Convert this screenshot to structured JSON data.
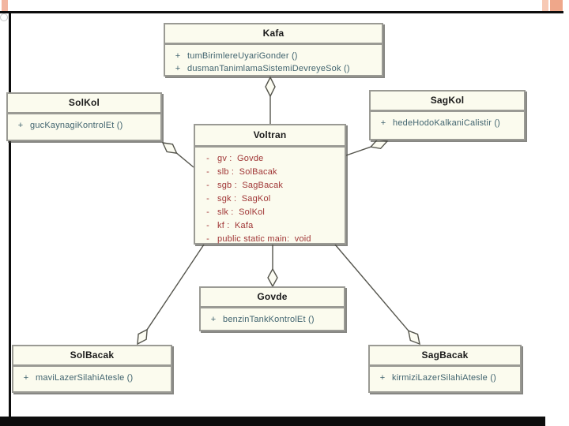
{
  "slide": {
    "colors": {
      "accent_salmon": "#f2b5a0",
      "accent_salmon_dark": "#efa78a",
      "frame_black": "#0d0d0d",
      "class_fill": "#fbfbee",
      "class_border": "#9a9a94",
      "method_text": "#41646f",
      "attribute_text": "#a03636",
      "connector": "#55554d"
    }
  },
  "diagram": {
    "type": "uml-class-diagram",
    "classes": [
      {
        "id": "kafa",
        "name": "Kafa",
        "members": [
          {
            "vis": "+",
            "text": "tumBirimlereUyariGonder ()",
            "kind": "method"
          },
          {
            "vis": "+",
            "text": "dusmanTanimlamaSistemiDevreyeSok ()",
            "kind": "method"
          }
        ]
      },
      {
        "id": "solkol",
        "name": "SolKol",
        "members": [
          {
            "vis": "+",
            "text": "gucKaynagiKontrolEt ()",
            "kind": "method"
          }
        ]
      },
      {
        "id": "sagkol",
        "name": "SagKol",
        "members": [
          {
            "vis": "+",
            "text": "hedeHodoKalkaniCalistir ()",
            "kind": "method"
          }
        ]
      },
      {
        "id": "voltran",
        "name": "Voltran",
        "members": [
          {
            "vis": "-",
            "text": "gv :  Govde",
            "kind": "attribute"
          },
          {
            "vis": "-",
            "text": "slb :  SolBacak",
            "kind": "attribute"
          },
          {
            "vis": "-",
            "text": "sgb :  SagBacak",
            "kind": "attribute"
          },
          {
            "vis": "-",
            "text": "sgk :  SagKol",
            "kind": "attribute"
          },
          {
            "vis": "-",
            "text": "slk :  SolKol",
            "kind": "attribute"
          },
          {
            "vis": "-",
            "text": "kf :  Kafa",
            "kind": "attribute"
          },
          {
            "vis": "-",
            "text": "public static main:  void",
            "kind": "attribute"
          }
        ]
      },
      {
        "id": "govde",
        "name": "Govde",
        "members": [
          {
            "vis": "+",
            "text": "benzinTankKontrolEt ()",
            "kind": "method"
          }
        ]
      },
      {
        "id": "solbacak",
        "name": "SolBacak",
        "members": [
          {
            "vis": "+",
            "text": "maviLazerSilahiAtesle ()",
            "kind": "method"
          }
        ]
      },
      {
        "id": "sagbacak",
        "name": "SagBacak",
        "members": [
          {
            "vis": "+",
            "text": "kirmiziLazerSilahiAtesle ()",
            "kind": "method"
          }
        ]
      }
    ],
    "relationships": [
      {
        "from": "Voltran",
        "to": "Kafa",
        "type": "aggregation"
      },
      {
        "from": "Voltran",
        "to": "SolKol",
        "type": "aggregation"
      },
      {
        "from": "Voltran",
        "to": "SagKol",
        "type": "aggregation"
      },
      {
        "from": "Voltran",
        "to": "Govde",
        "type": "aggregation"
      },
      {
        "from": "Voltran",
        "to": "SolBacak",
        "type": "aggregation"
      },
      {
        "from": "Voltran",
        "to": "SagBacak",
        "type": "aggregation"
      }
    ]
  }
}
